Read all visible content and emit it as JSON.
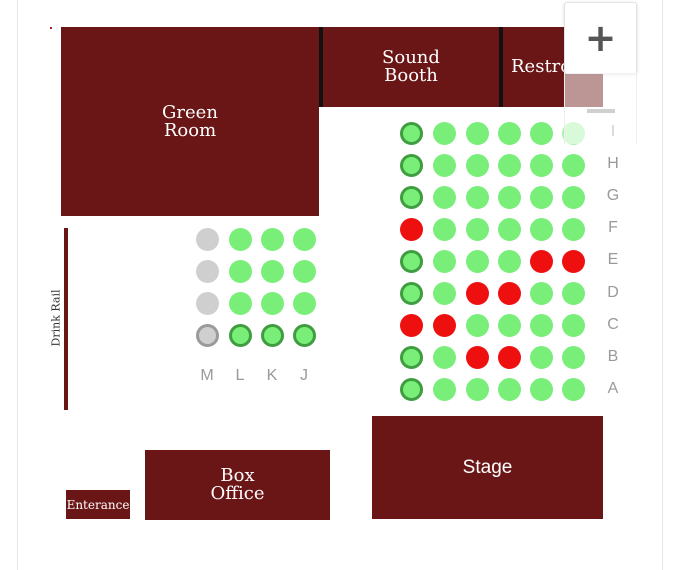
{
  "rooms": {
    "green_room": "Green\nRoom",
    "sound_booth": "Sound\nBooth",
    "restrooms": "Restrooms",
    "box_office": "Box\nOffice",
    "stage": "Stage",
    "entrance": "Enterance",
    "drink_rail": "Drink Rail"
  },
  "controls": {
    "zoom_in": "+",
    "zoom_out": "−"
  },
  "left_section": {
    "columns": [
      "M",
      "L",
      "K",
      "J"
    ],
    "rows": [
      [
        "blocked",
        "available",
        "available",
        "available"
      ],
      [
        "blocked",
        "available",
        "available",
        "available"
      ],
      [
        "blocked",
        "available",
        "available",
        "available"
      ],
      [
        "blocked-selected",
        "selected",
        "selected",
        "selected"
      ]
    ]
  },
  "right_section": {
    "rows": [
      {
        "label": "I",
        "seats": [
          "selected",
          "available",
          "available",
          "available",
          "available",
          "available-faded"
        ]
      },
      {
        "label": "H",
        "seats": [
          "selected",
          "available",
          "available",
          "available",
          "available",
          "available"
        ]
      },
      {
        "label": "G",
        "seats": [
          "selected",
          "available",
          "available",
          "available",
          "available",
          "available"
        ]
      },
      {
        "label": "F",
        "seats": [
          "taken",
          "available",
          "available",
          "available",
          "available",
          "available"
        ]
      },
      {
        "label": "E",
        "seats": [
          "selected",
          "available",
          "available",
          "available",
          "taken",
          "taken"
        ]
      },
      {
        "label": "D",
        "seats": [
          "selected",
          "available",
          "taken",
          "taken",
          "available",
          "available"
        ]
      },
      {
        "label": "C",
        "seats": [
          "taken",
          "taken",
          "available",
          "available",
          "available",
          "available"
        ]
      },
      {
        "label": "B",
        "seats": [
          "selected",
          "available",
          "taken",
          "taken",
          "available",
          "available"
        ]
      },
      {
        "label": "A",
        "seats": [
          "selected",
          "available",
          "available",
          "available",
          "available",
          "available"
        ]
      }
    ]
  },
  "colors": {
    "room": "#6b1616",
    "available": "#79ef79",
    "taken": "#ee0f0f",
    "blocked": "#cfcfcf"
  }
}
